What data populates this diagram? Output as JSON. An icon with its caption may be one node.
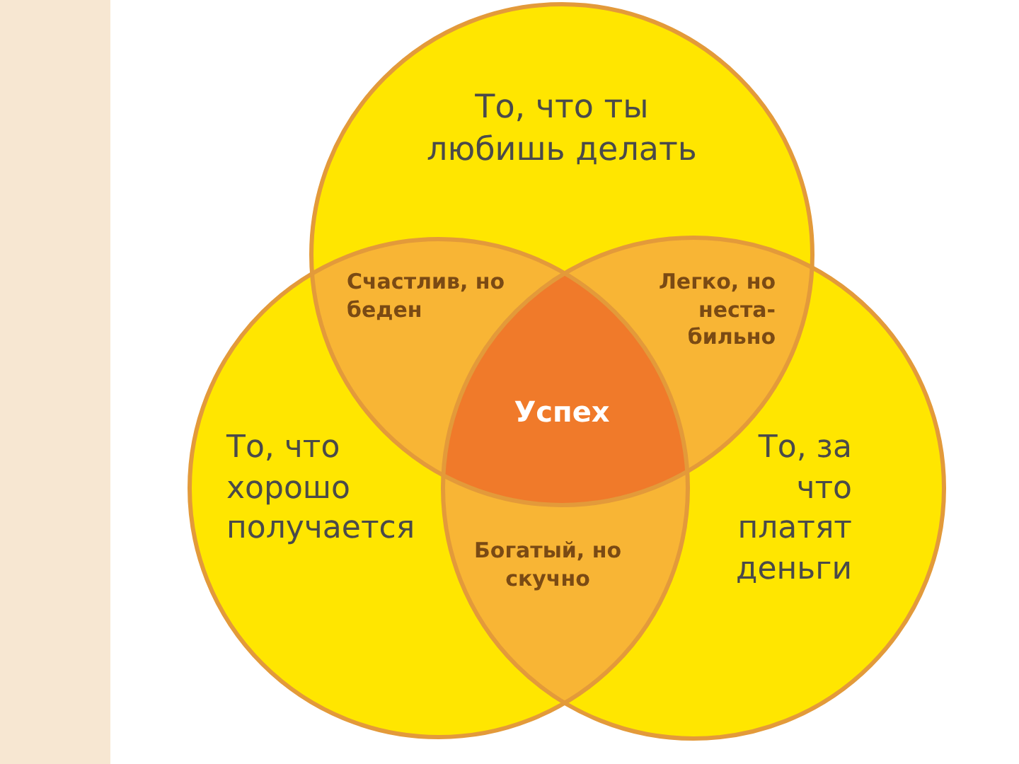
{
  "diagram": {
    "nodes": [
      {
        "text": [
          "То, что ты любишь делать"
        ]
      },
      {
        "text": [
          "Счастлив, но беден"
        ]
      },
      {
        "text": [
          "Легко, но неста-бильно"
        ]
      },
      {
        "text": [
          "Успех"
        ]
      },
      {
        "text": [
          "То, что хорошо получается"
        ]
      },
      {
        "text": [
          "То, за что платят деньги"
        ]
      },
      {
        "text": [
          "Богатый, но скучно"
        ]
      }
    ],
    "edges": []
  }
}
